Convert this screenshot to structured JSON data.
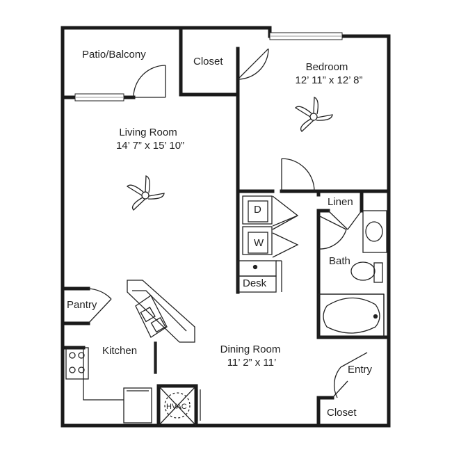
{
  "rooms": {
    "patio": {
      "name": "Patio/Balcony"
    },
    "closet_top": {
      "name": "Closet"
    },
    "bedroom": {
      "name": "Bedroom",
      "size": "12’ 11” x 12’ 8”"
    },
    "living": {
      "name": "Living Room",
      "size": "14’ 7” x 15’ 10”"
    },
    "linen": {
      "name": "Linen"
    },
    "bath": {
      "name": "Bath"
    },
    "desk": {
      "name": "Desk"
    },
    "pantry": {
      "name": "Pantry"
    },
    "kitchen": {
      "name": "Kitchen"
    },
    "dining": {
      "name": "Dining Room",
      "size": "11’ 2” x 11’"
    },
    "entry": {
      "name": "Entry"
    },
    "closet_bottom": {
      "name": "Closet"
    }
  },
  "appliances": {
    "dryer": "D",
    "washer": "W",
    "hvac": "HVAC"
  },
  "colors": {
    "wall": "#1a1a1a",
    "line": "#222222",
    "window": "#cccccc"
  }
}
